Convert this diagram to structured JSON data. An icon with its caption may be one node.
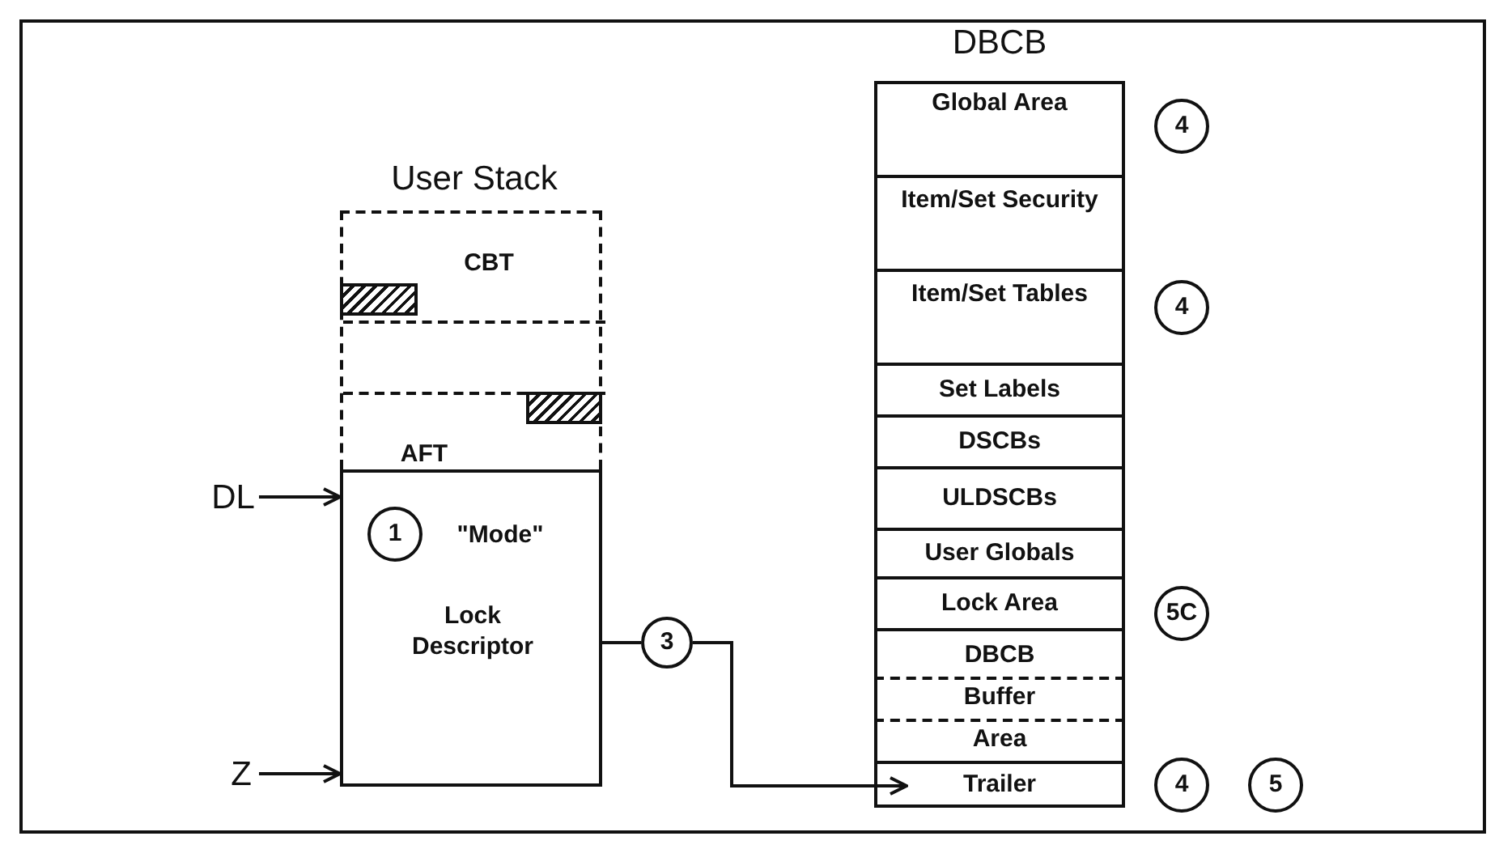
{
  "diagram": {
    "nodes": [
      {
        "text": [
          "User Stack"
        ]
      },
      {
        "text": [
          "CBT"
        ],
        "in": 0
      },
      {
        "text": [
          "AFT"
        ],
        "in": 0
      },
      {
        "text": [
          "DL"
        ]
      },
      {
        "text": [
          "\"Mode\"",
          "Lock Descriptor"
        ]
      },
      {
        "text": [
          "1"
        ],
        "in": 4
      },
      {
        "text": [
          "Z"
        ]
      },
      {
        "text": [
          "3"
        ]
      },
      {
        "text": [
          "DBCB"
        ]
      },
      {
        "text": [
          "Global Area"
        ],
        "in": 8
      },
      {
        "text": [
          "Item/Set Security"
        ],
        "in": 8
      },
      {
        "text": [
          "Item/Set Tables"
        ],
        "in": 8
      },
      {
        "text": [
          "Set Labels"
        ],
        "in": 8
      },
      {
        "text": [
          "DSCBs"
        ],
        "in": 8
      },
      {
        "text": [
          "ULDSCBs"
        ],
        "in": 8
      },
      {
        "text": [
          "User Globals"
        ],
        "in": 8
      },
      {
        "text": [
          "Lock Area"
        ],
        "in": 8
      },
      {
        "text": [
          "DBCB Buffer Area"
        ],
        "in": 8
      },
      {
        "text": [
          "Trailer"
        ],
        "in": 8
      },
      {
        "text": [
          "4"
        ]
      },
      {
        "text": [
          "4"
        ]
      },
      {
        "text": [
          "5C"
        ]
      },
      {
        "text": [
          "4"
        ]
      },
      {
        "text": [
          "5"
        ]
      }
    ],
    "edges": [
      {
        "from": 3,
        "to": 4,
        "arrow": "to"
      },
      {
        "from": 6,
        "to": 4,
        "arrow": "to"
      },
      {
        "from": 4,
        "to": 7,
        "arrow": "none"
      },
      {
        "from": 7,
        "to": 18,
        "arrow": "to"
      }
    ]
  }
}
